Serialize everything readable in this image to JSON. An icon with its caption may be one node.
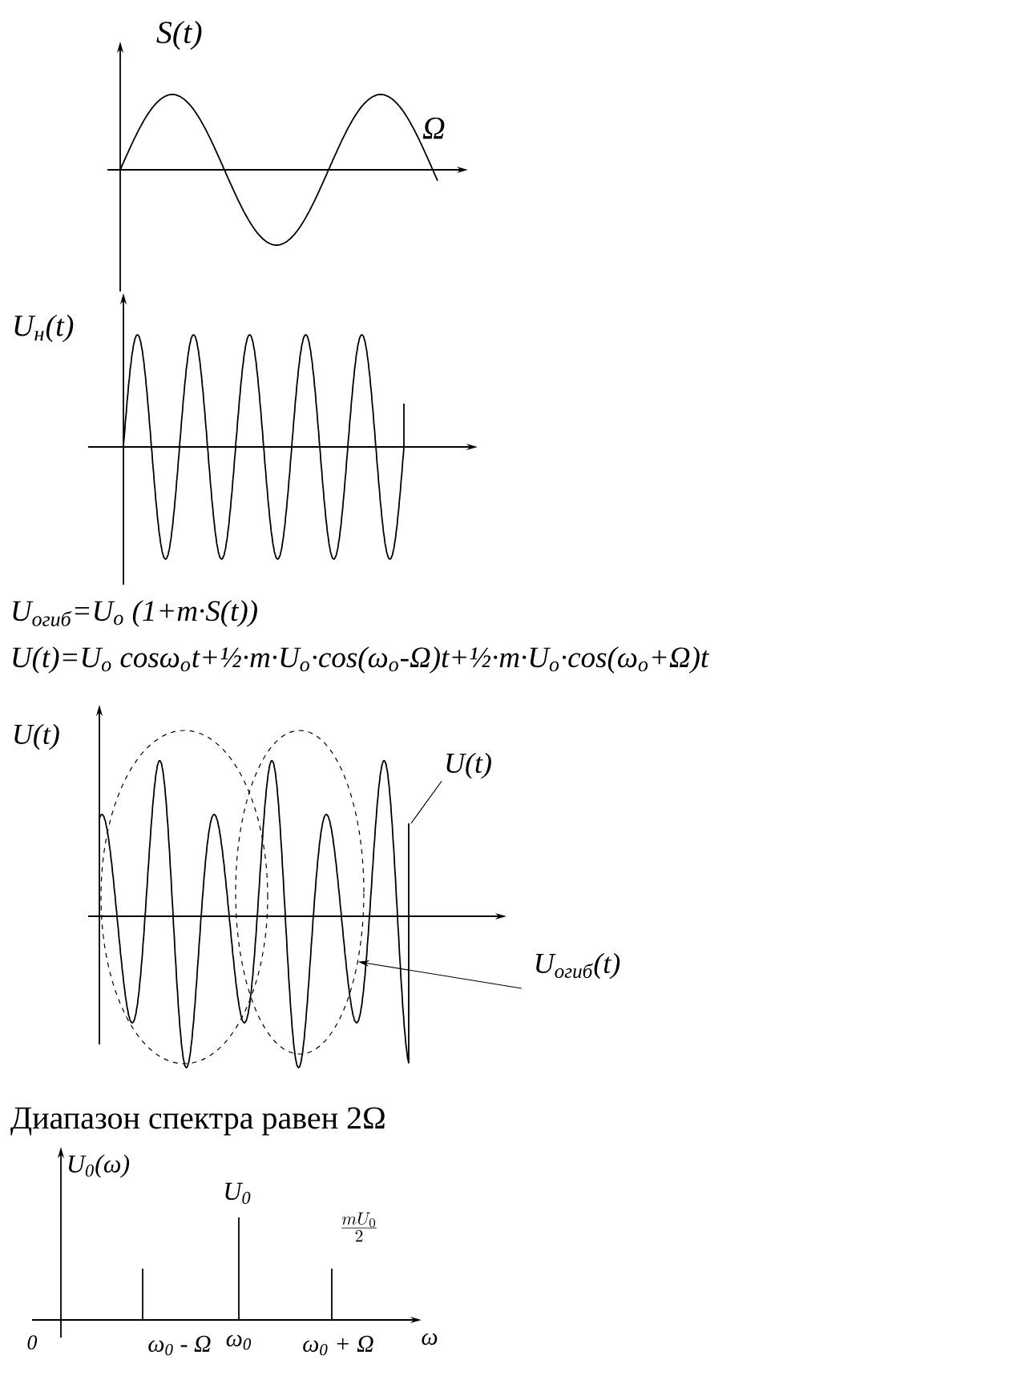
{
  "diagram": {
    "nodes": [
      {
        "text": [],
        "shape": "ellipse"
      },
      {
        "text": [],
        "shape": "ellipse"
      },
      {
        "text": [],
        "shape": "curve"
      },
      {
        "text": [
          "U(t)"
        ]
      },
      {
        "text": [
          "U$_{огиб}$(t)"
        ]
      }
    ],
    "edges": [
      {
        "from": 3,
        "to": 2,
        "arrow": "none"
      },
      {
        "from": 4,
        "to": 1,
        "arrow": "to"
      }
    ],
    "labels": [
      "S(t)",
      "Ω",
      "U$_{н}$(t)",
      "U$_{огиб}$=U$_{o}$ (1+m·S(t))",
      "U(t)=U$_{o}$ cosω$_{o}$t+½·m·U$_{o}$·cos(ω$_{o}$-Ω)t+½·m·U$_{o}$·cos(ω$_{o}$+Ω)t",
      "U(t)",
      "Диапазон спектра равен 2Ω",
      "U$_{0}$(ω)",
      "U$_{0}$",
      "\\frac{mU_0}{2}",
      "0",
      "ω$_{0}$ - Ω",
      "ω$_{0}$",
      "ω$_{0}$ + Ω",
      "ω"
    ]
  }
}
